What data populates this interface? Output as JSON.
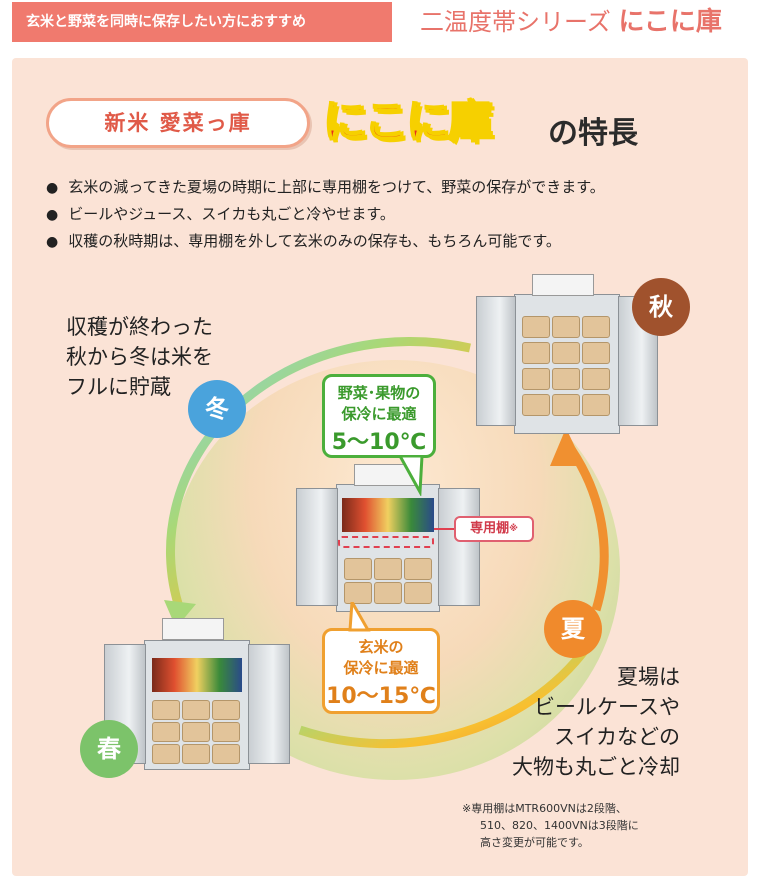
{
  "header": {
    "tagline": "玄米と野菜を同時に保存したい方におすすめ",
    "series_prefix": "二温度帯シリーズ",
    "series_name": "にこに庫"
  },
  "title": {
    "pill": "新米 愛菜っ庫",
    "logo": "にこに庫",
    "suffix": "の特長"
  },
  "features": [
    "玄米の減ってきた夏場の時期に上部に専用棚をつけて、野菜の保存ができます。",
    "ビールやジュース、スイカも丸ごと冷やせます。",
    "収穫の秋時期は、専用棚を外して玄米のみの保存も、もちろん可能です。"
  ],
  "seasons": {
    "winter": "冬",
    "autumn": "秋",
    "summer": "夏",
    "spring": "春"
  },
  "labels": {
    "winter_desc": [
      "収穫が終わった",
      "秋から冬は米を",
      "フルに貯蔵"
    ],
    "summer_desc": [
      "夏場は",
      "ビールケースや",
      "スイカなどの",
      "大物も丸ごと冷却"
    ]
  },
  "callouts": {
    "vegetables": {
      "line1": "野菜･果物の",
      "line2": "保冷に最適",
      "temp": "5～10℃"
    },
    "rice": {
      "line1": "玄米の",
      "line2": "保冷に最適",
      "temp": "10～15℃"
    },
    "shelf": "専用棚",
    "shelf_mark": "※"
  },
  "footnote": [
    "※専用棚はMTR600VNは2段階、",
    "510、820、1400VNは3段階に",
    "高さ変更が可能です。"
  ],
  "colors": {
    "header_bg": "#f07a6e",
    "panel_bg": "#fbe3d6",
    "winter": "#4aa3dc",
    "autumn": "#a0522d",
    "summer": "#f08a2c",
    "spring": "#7cc36a",
    "callout_green": "#4caf3c",
    "callout_orange": "#f0a030"
  }
}
